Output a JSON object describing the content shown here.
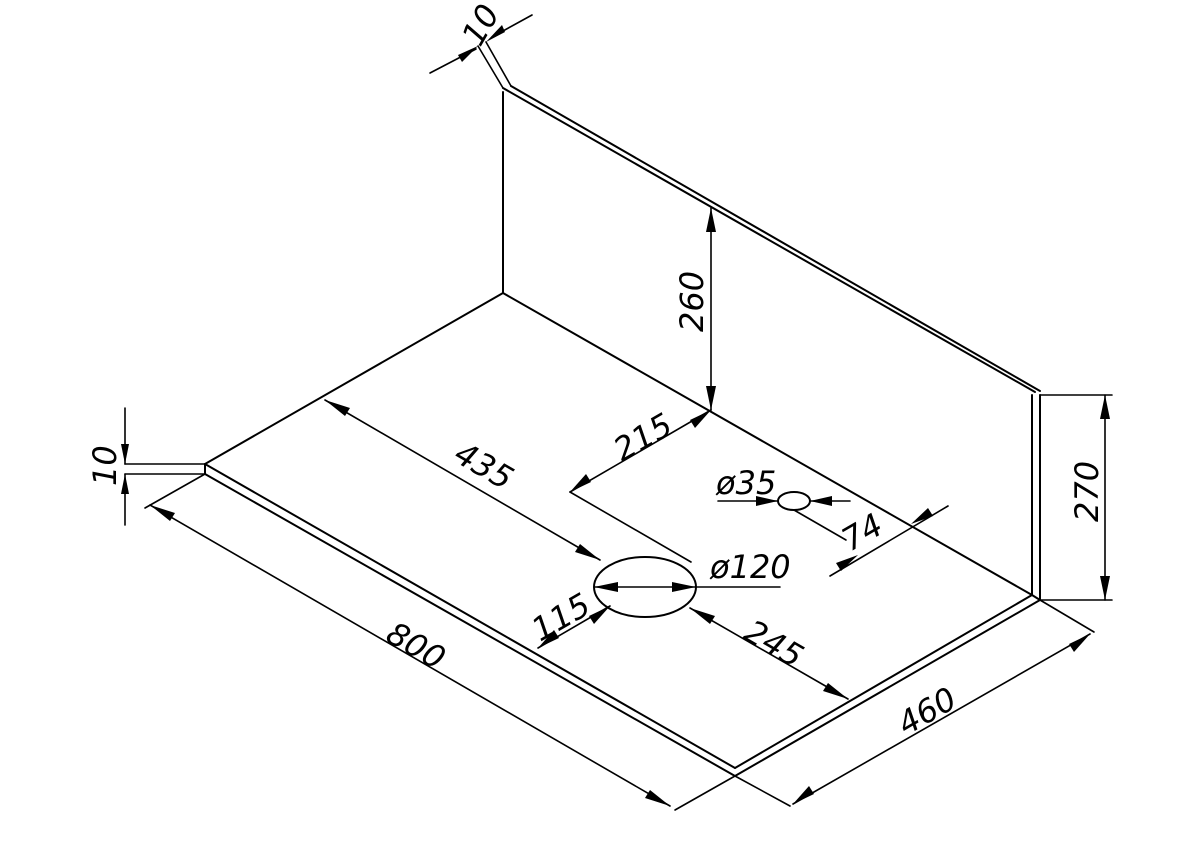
{
  "drawing": {
    "dimensions": {
      "edge_thickness_top": "10",
      "edge_thickness_left": "10",
      "backsplash_height": "260",
      "side_height": "270",
      "hole_offset_x": "435",
      "hole_offset_y": "215",
      "small_hole_diameter": "ø35",
      "small_hole_offset": "74",
      "large_hole_diameter": "ø120",
      "large_hole_edge_offset": "115",
      "large_hole_side_offset": "245",
      "overall_length": "800",
      "overall_depth": "460"
    }
  }
}
